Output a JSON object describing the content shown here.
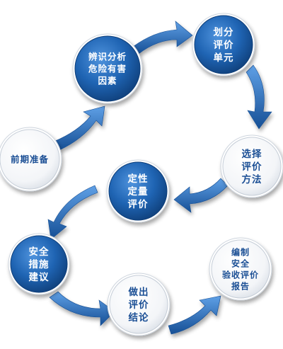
{
  "nodes": [
    {
      "id": "identify-hazards",
      "lines": [
        "辨识分析",
        "危险有害",
        "因素"
      ],
      "theme": "blue"
    },
    {
      "id": "divide-units",
      "lines": [
        "划分",
        "评价",
        "单元"
      ],
      "theme": "blue"
    },
    {
      "id": "select-method",
      "lines": [
        "选择",
        "评价",
        "方法"
      ],
      "theme": "white"
    },
    {
      "id": "preparation",
      "lines": [
        "前期准备"
      ],
      "theme": "white"
    },
    {
      "id": "qualitative-quantitative",
      "lines": [
        "定性",
        "定量",
        "评价"
      ],
      "theme": "blue"
    },
    {
      "id": "safety-measures",
      "lines": [
        "安全",
        "措施",
        "建议"
      ],
      "theme": "blue"
    },
    {
      "id": "conclusion",
      "lines": [
        "做出",
        "评价",
        "结论"
      ],
      "theme": "white"
    },
    {
      "id": "report",
      "lines": [
        "编制",
        "安全",
        "验收评价",
        "报告"
      ],
      "theme": "white"
    }
  ],
  "colors": {
    "blue": "#1f64b3",
    "blue_dark": "#0f3f7a",
    "white_text": "#1b4f95",
    "arrow": "#2a6fc2",
    "arrow_dark": "#164f95"
  }
}
